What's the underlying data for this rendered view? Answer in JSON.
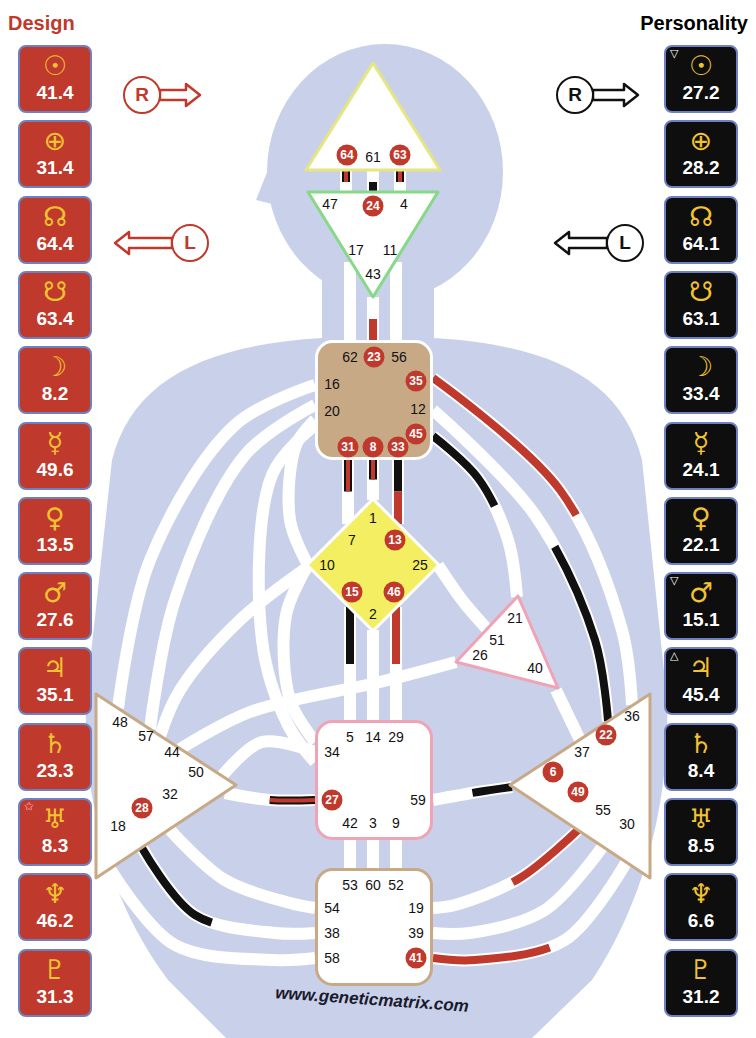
{
  "diagram": {
    "nodes": [
      {
        "text": [
          "☉",
          "41.4"
        ]
      },
      {
        "text": [
          "⊕",
          "31.4"
        ]
      },
      {
        "text": [
          "☊",
          "64.4"
        ]
      },
      {
        "text": [
          "☋",
          "63.4"
        ]
      },
      {
        "text": [
          "☽",
          "8.2"
        ]
      },
      {
        "text": [
          "☿",
          "49.6"
        ]
      },
      {
        "text": [
          "♀",
          "13.5"
        ]
      },
      {
        "text": [
          "♂",
          "27.6"
        ]
      },
      {
        "text": [
          "♃",
          "35.1"
        ]
      },
      {
        "text": [
          "♄",
          "23.3"
        ]
      },
      {
        "text": [
          "♅",
          "8.3",
          "★"
        ]
      },
      {
        "text": [
          "♆",
          "46.2"
        ]
      },
      {
        "text": [
          "♇",
          "31.3"
        ]
      },
      {
        "text": [
          "☉",
          "27.2",
          "▽"
        ]
      },
      {
        "text": [
          "⊕",
          "28.2"
        ]
      },
      {
        "text": [
          "☊",
          "64.1"
        ]
      },
      {
        "text": [
          "☋",
          "63.1"
        ]
      },
      {
        "text": [
          "☽",
          "33.4"
        ]
      },
      {
        "text": [
          "☿",
          "24.1"
        ]
      },
      {
        "text": [
          "♀",
          "22.1"
        ]
      },
      {
        "text": [
          "♂",
          "15.1",
          "▽"
        ]
      },
      {
        "text": [
          "♃",
          "45.4",
          "△"
        ]
      },
      {
        "text": [
          "♄",
          "8.4"
        ]
      },
      {
        "text": [
          "♅",
          "8.5"
        ]
      },
      {
        "text": [
          "♆",
          "6.6"
        ]
      },
      {
        "text": [
          "♇",
          "31.2"
        ]
      },
      {
        "text": [
          "R"
        ]
      },
      {
        "text": [
          "R"
        ]
      },
      {
        "text": [
          "L"
        ]
      },
      {
        "text": [
          "L"
        ]
      },
      {
        "text": [
          "64",
          "61",
          "63"
        ]
      },
      {
        "text": [
          "47",
          "24",
          "4",
          "17",
          "11",
          "43"
        ]
      },
      {
        "text": [
          "62",
          "23",
          "56",
          "16",
          "35",
          "20",
          "12",
          "45",
          "31",
          "8",
          "33"
        ]
      },
      {
        "text": [
          "1",
          "7",
          "13",
          "10",
          "25",
          "15",
          "46",
          "2"
        ]
      },
      {
        "text": [
          "21",
          "51",
          "26",
          "40"
        ]
      },
      {
        "text": [
          "48",
          "57",
          "44",
          "50",
          "32",
          "18",
          "28"
        ]
      },
      {
        "text": [
          "5",
          "14",
          "29",
          "34",
          "27",
          "59",
          "42",
          "3",
          "9"
        ]
      },
      {
        "text": [
          "36",
          "22",
          "37",
          "6",
          "49",
          "55",
          "30"
        ]
      },
      {
        "text": [
          "53",
          "60",
          "52",
          "54",
          "19",
          "38",
          "39",
          "58",
          "41"
        ]
      }
    ],
    "edges": [
      {
        "from": 30,
        "to": 31,
        "arrow": "none"
      },
      {
        "from": 30,
        "to": 31,
        "arrow": "none"
      },
      {
        "from": 30,
        "to": 31,
        "arrow": "none"
      },
      {
        "from": 31,
        "to": 32,
        "arrow": "none"
      },
      {
        "from": 31,
        "to": 32,
        "arrow": "none"
      },
      {
        "from": 31,
        "to": 32,
        "arrow": "none"
      },
      {
        "from": 32,
        "to": 33,
        "arrow": "none"
      },
      {
        "from": 32,
        "to": 33,
        "arrow": "none"
      },
      {
        "from": 32,
        "to": 33,
        "arrow": "none"
      },
      {
        "from": 32,
        "to": 33,
        "arrow": "none"
      },
      {
        "from": 32,
        "to": 34,
        "arrow": "none"
      },
      {
        "from": 32,
        "to": 35,
        "arrow": "none"
      },
      {
        "from": 32,
        "to": 35,
        "arrow": "none"
      },
      {
        "from": 32,
        "to": 36,
        "arrow": "none"
      },
      {
        "from": 32,
        "to": 37,
        "arrow": "none"
      },
      {
        "from": 32,
        "to": 37,
        "arrow": "none"
      },
      {
        "from": 33,
        "to": 36,
        "arrow": "none"
      },
      {
        "from": 33,
        "to": 36,
        "arrow": "none"
      },
      {
        "from": 33,
        "to": 36,
        "arrow": "none"
      },
      {
        "from": 33,
        "to": 34,
        "arrow": "none"
      },
      {
        "from": 33,
        "to": 35,
        "arrow": "none"
      },
      {
        "from": 34,
        "to": 37,
        "arrow": "none"
      },
      {
        "from": 34,
        "to": 35,
        "arrow": "none"
      },
      {
        "from": 36,
        "to": 35,
        "arrow": "none"
      },
      {
        "from": 36,
        "to": 35,
        "arrow": "none"
      },
      {
        "from": 36,
        "to": 37,
        "arrow": "none"
      },
      {
        "from": 36,
        "to": 38,
        "arrow": "none"
      },
      {
        "from": 36,
        "to": 38,
        "arrow": "none"
      },
      {
        "from": 36,
        "to": 38,
        "arrow": "none"
      },
      {
        "from": 35,
        "to": 38,
        "arrow": "none"
      },
      {
        "from": 35,
        "to": 38,
        "arrow": "none"
      },
      {
        "from": 35,
        "to": 38,
        "arrow": "none"
      },
      {
        "from": 37,
        "to": 38,
        "arrow": "none"
      },
      {
        "from": 37,
        "to": 38,
        "arrow": "none"
      },
      {
        "from": 37,
        "to": 38,
        "arrow": "none"
      },
      {
        "from": 33,
        "to": 36,
        "arrow": "none"
      }
    ],
    "labels": [
      "Design",
      "Personality",
      "www.geneticmatrix.com"
    ]
  }
}
